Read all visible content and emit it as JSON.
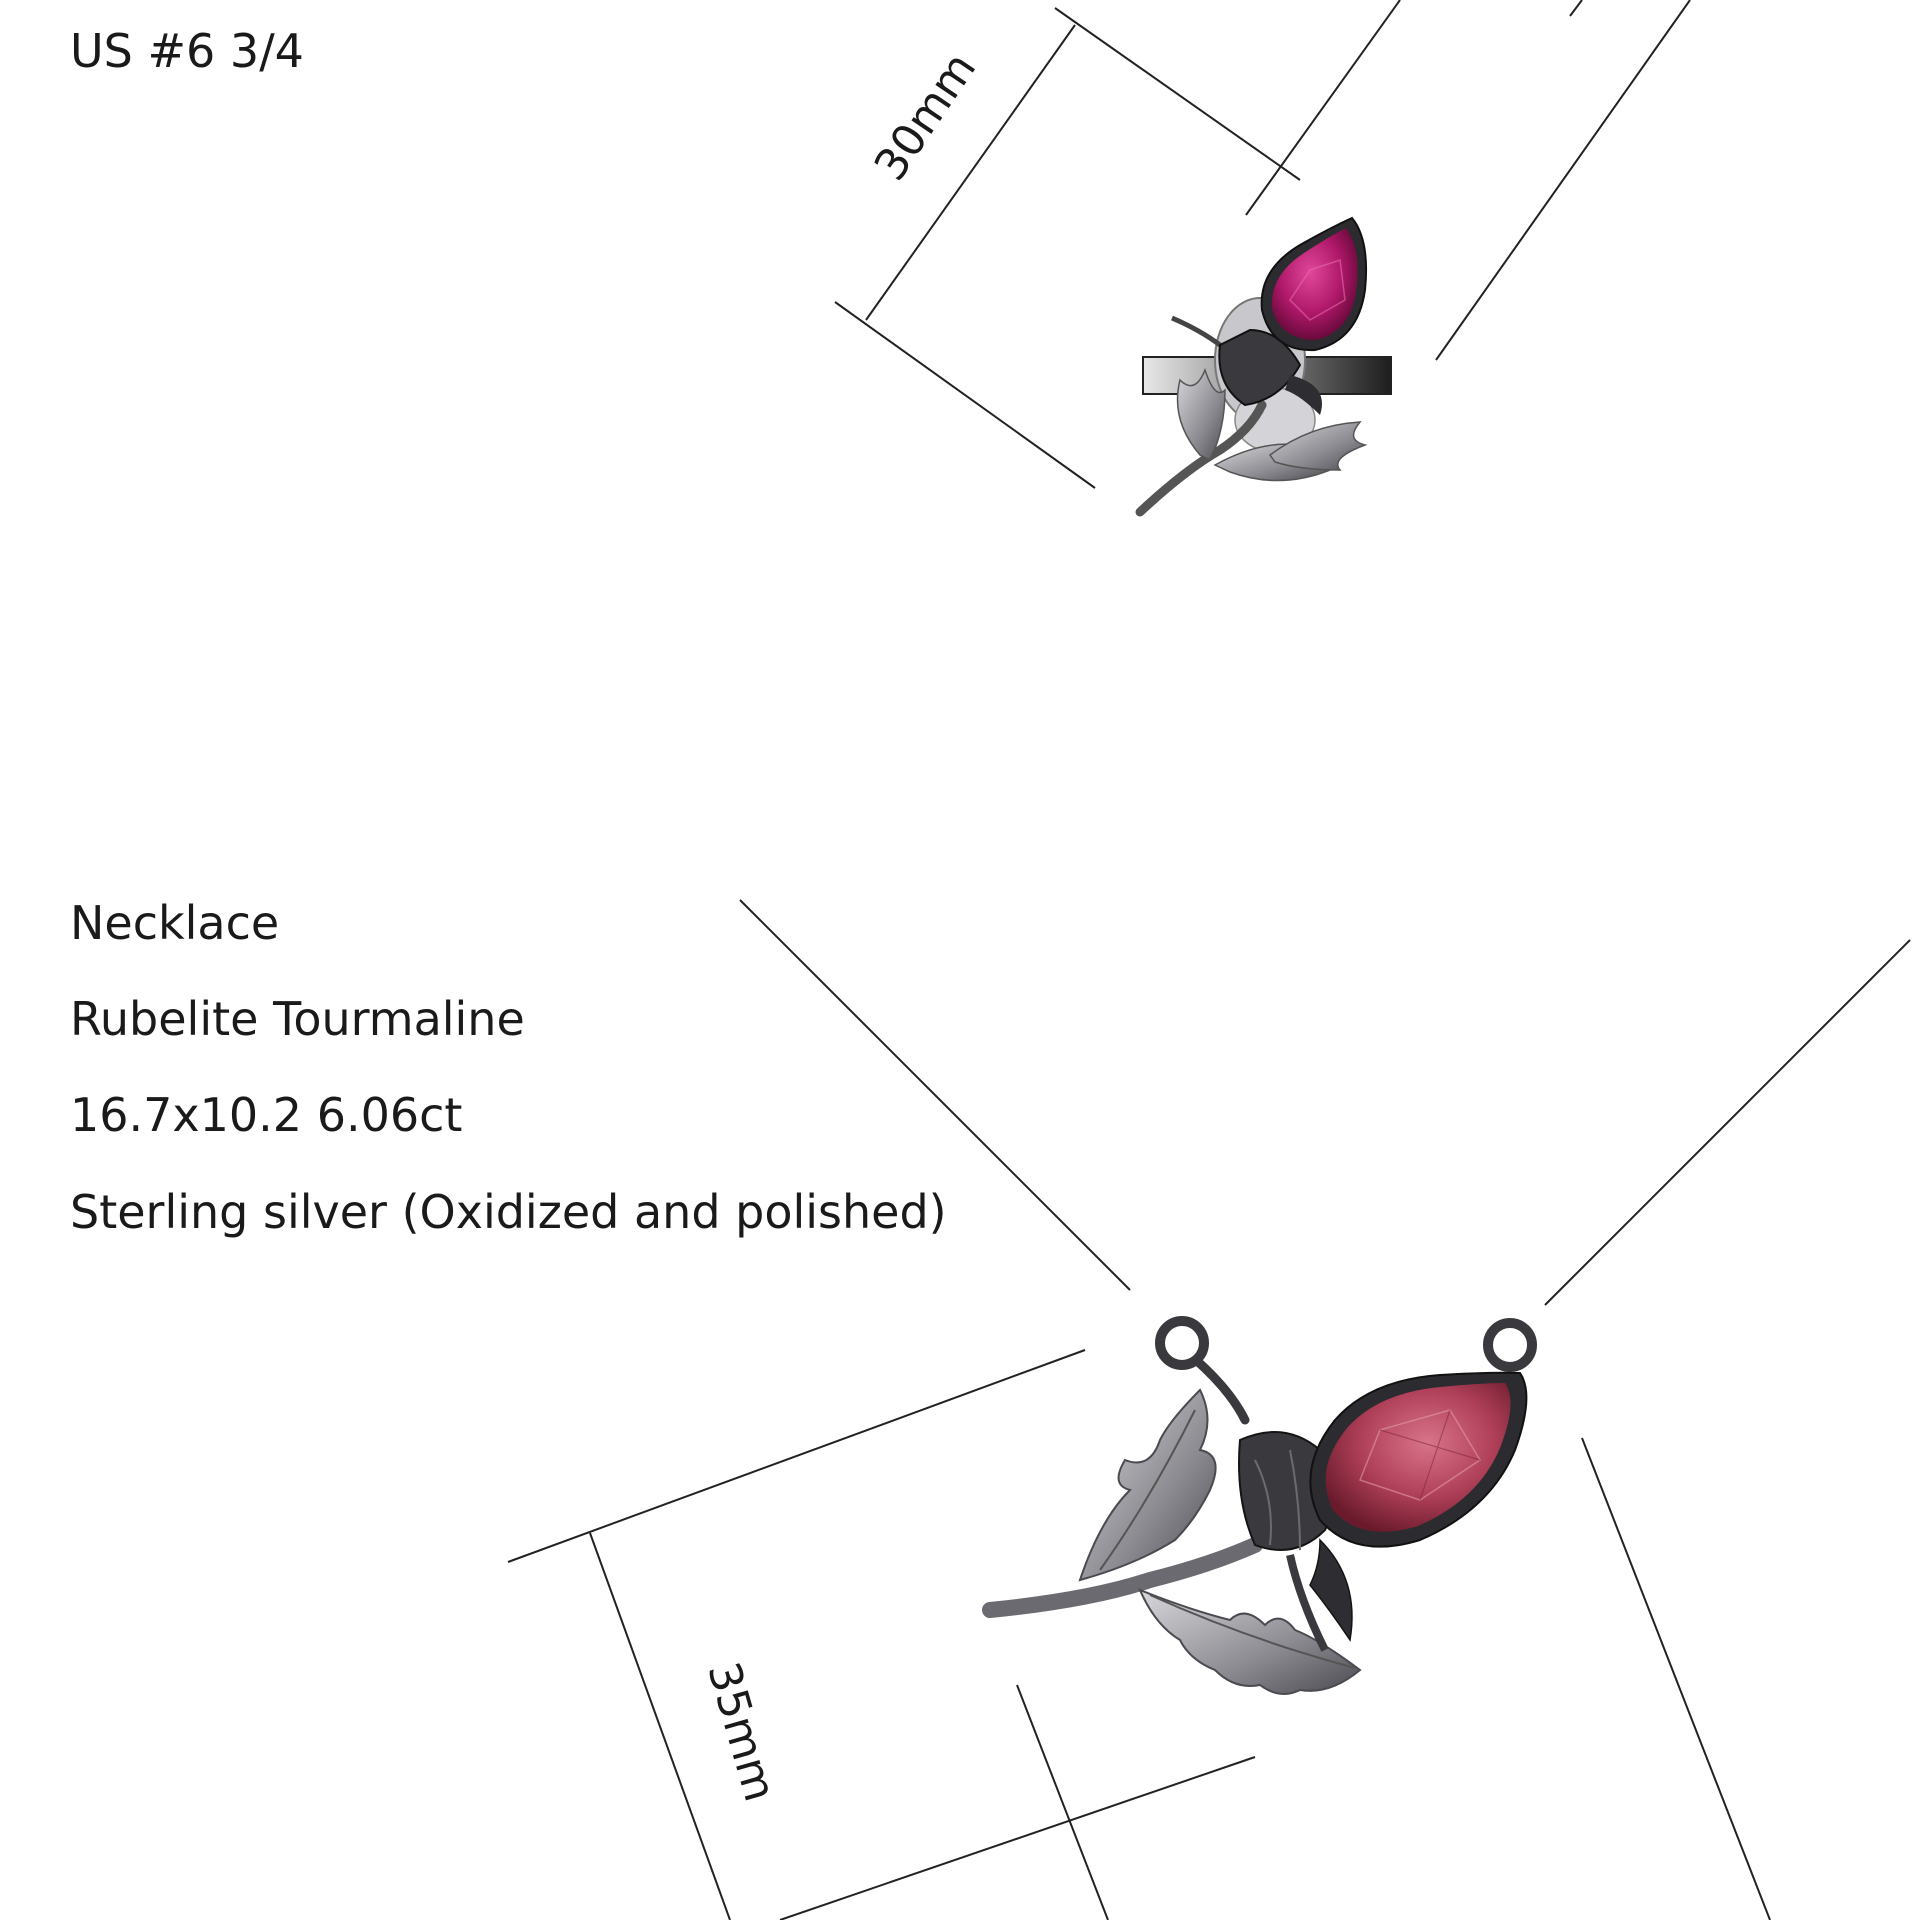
{
  "ring": {
    "size_label": "US #6 3/4",
    "dimension_label": "30mm"
  },
  "necklace": {
    "item_type": "Necklace",
    "stone_name": "Rubelite Tourmaline",
    "stone_size": "16.7x10.2  6.06ct",
    "metal": "Sterling silver (Oxidized and polished)",
    "dimension_label": "35mm"
  },
  "colors": {
    "ring_gem": "#b0186a",
    "necklace_gem": "#b04059",
    "oxidized_silver": "#3a3a3e",
    "leaf_silver": "#9a9aa0",
    "line": "#222222"
  }
}
